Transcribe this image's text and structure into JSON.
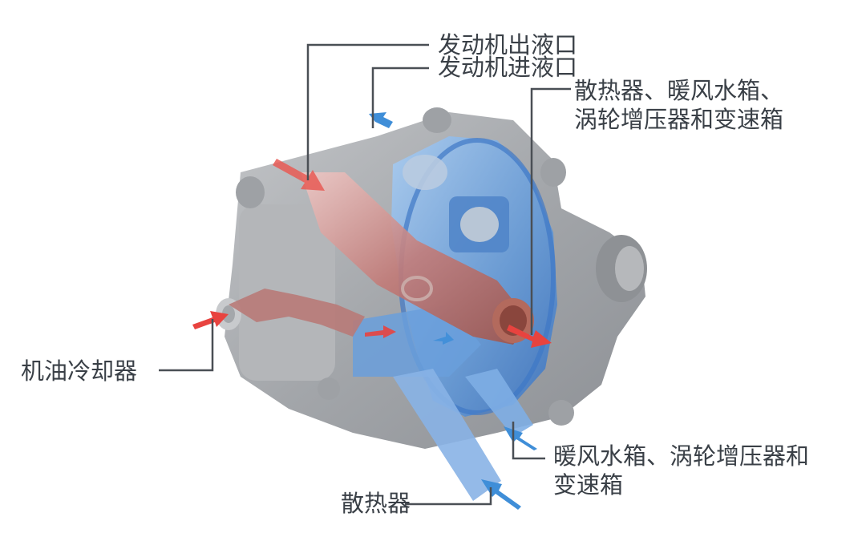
{
  "diagram": {
    "type": "annotated-cutaway",
    "subject": "coolant pump / thermal management module",
    "colors": {
      "leader_line": "#4a4f55",
      "label_text": "#3a4047",
      "housing_gray": "#a9abae",
      "housing_dark": "#7d8085",
      "coolant_blue": "#5a93d6",
      "coolant_blue_light": "#9cc3ee",
      "hot_red": "#c96a6a",
      "arrow_red": "#e8433f",
      "arrow_blue": "#3f8ed8"
    },
    "labels": {
      "engine_outlet": "发动机出液口",
      "engine_inlet": "发动机进液口",
      "radiator_heater_turbo_trans_line1": "散热器、暖风水箱、",
      "radiator_heater_turbo_trans_line2": "涡轮增压器和变速箱",
      "oil_cooler": "机油冷却器",
      "heater_turbo_trans_line1": "暖风水箱、涡轮增压器和",
      "heater_turbo_trans_line2": "变速箱",
      "radiator": "散热器"
    },
    "callouts": [
      {
        "id": "engine_outlet",
        "arrow": "red",
        "direction": "in"
      },
      {
        "id": "engine_inlet",
        "arrow": "blue",
        "direction": "out"
      },
      {
        "id": "radiator_heater_turbo_trans",
        "arrow": "red",
        "direction": "out"
      },
      {
        "id": "oil_cooler",
        "arrow": "red",
        "direction": "in"
      },
      {
        "id": "heater_turbo_trans",
        "arrow": "blue",
        "direction": "in"
      },
      {
        "id": "radiator",
        "arrow": "blue",
        "direction": "in"
      }
    ]
  }
}
